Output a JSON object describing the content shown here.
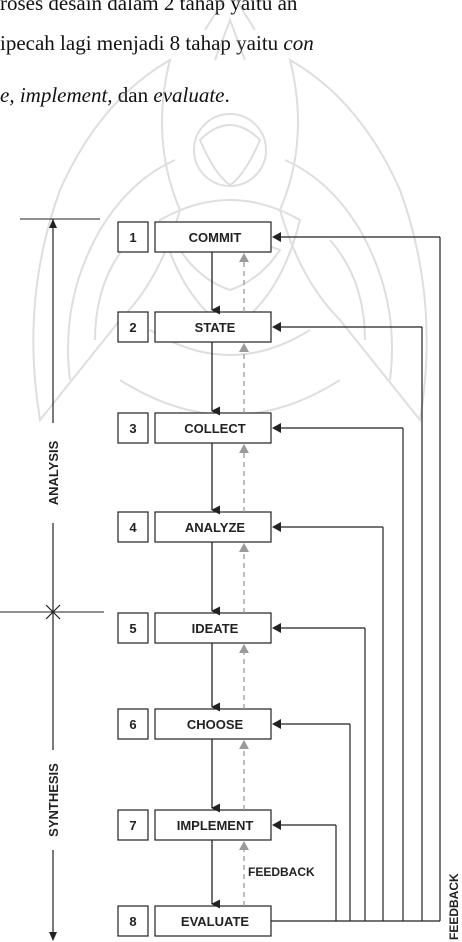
{
  "text_lines": [
    {
      "parts": [
        {
          "t": "roses desain dalam 2 tahap yaitu an",
          "i": false
        }
      ]
    },
    {
      "parts": [
        {
          "t": "ipecah lagi menjadi 8 tahap yaitu ",
          "i": false
        },
        {
          "t": "con",
          "i": true
        }
      ]
    },
    {
      "parts": [
        {
          "t": "e, implement,",
          "i": true
        },
        {
          "t": "  dan ",
          "i": false
        },
        {
          "t": "evaluate",
          "i": true
        },
        {
          "t": ".",
          "i": false
        }
      ]
    }
  ],
  "diagram": {
    "steps": [
      {
        "num": "1",
        "label": "COMMIT"
      },
      {
        "num": "2",
        "label": "STATE"
      },
      {
        "num": "3",
        "label": "COLLECT"
      },
      {
        "num": "4",
        "label": "ANALYZE"
      },
      {
        "num": "5",
        "label": "IDEATE"
      },
      {
        "num": "6",
        "label": "CHOOSE"
      },
      {
        "num": "7",
        "label": "IMPLEMENT"
      },
      {
        "num": "8",
        "label": "EVALUATE"
      }
    ],
    "left_labels": {
      "analysis": "ANALYSIS",
      "synthesis": "SYNTHESIS"
    },
    "feedback_inner": "FEEDBACK",
    "feedback_outer": "FEEDBACK"
  },
  "colors": {
    "ink": "#222222",
    "watermark": "#8a8a8a",
    "dashed": "#9a9a9a"
  }
}
